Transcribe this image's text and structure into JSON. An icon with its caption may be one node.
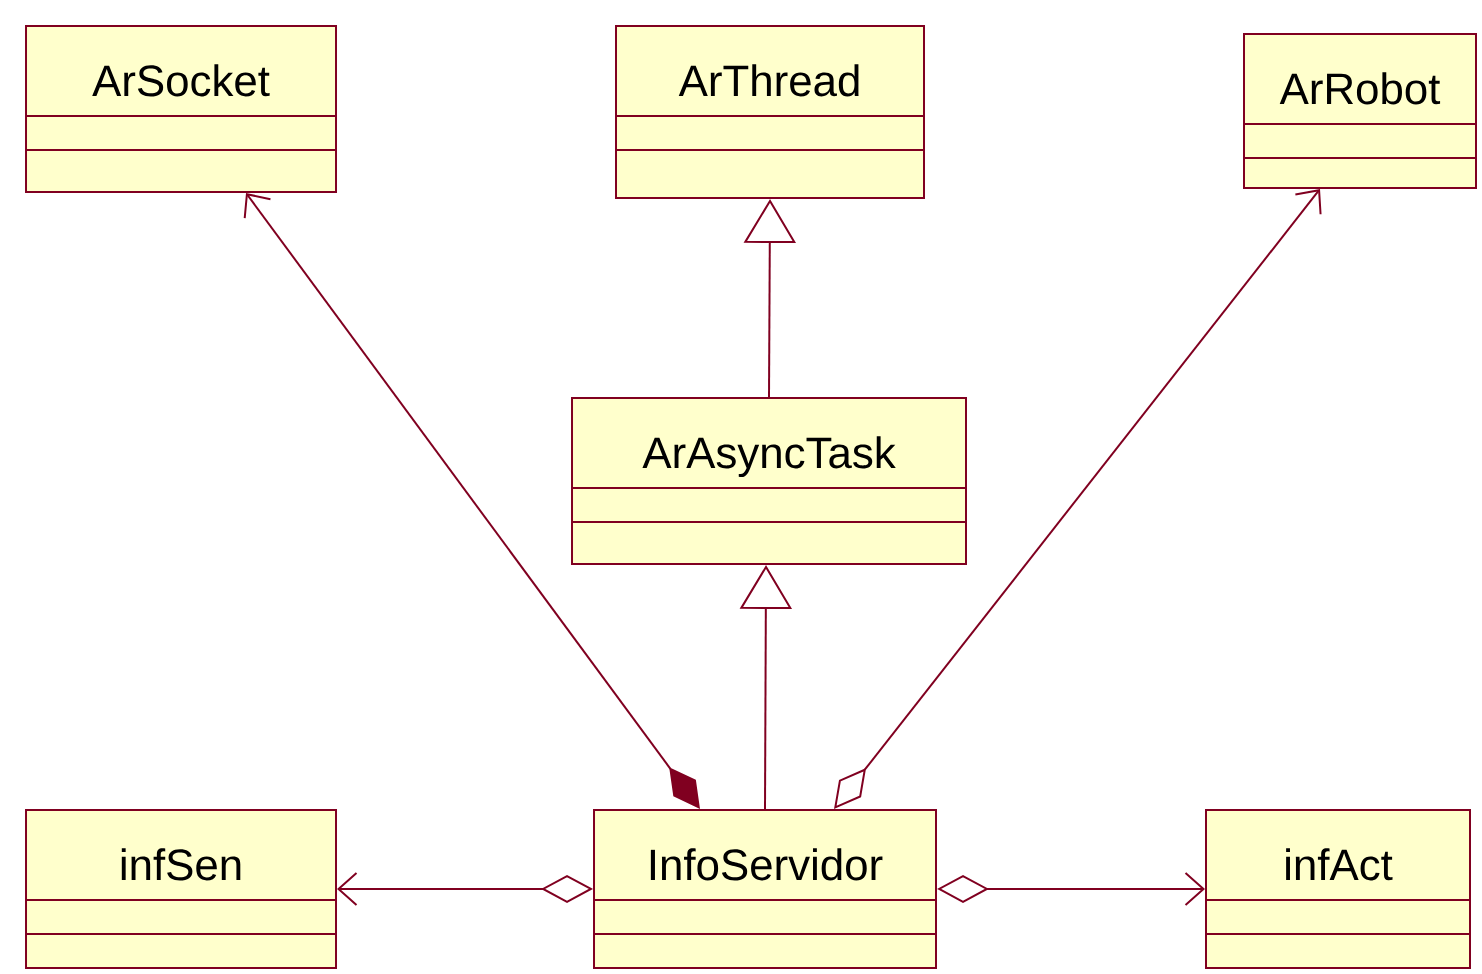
{
  "diagram": {
    "nodes": [
      {
        "text": [
          "ArSocket"
        ]
      },
      {
        "text": [
          "ArThread"
        ]
      },
      {
        "text": [
          "ArRobot"
        ]
      },
      {
        "text": [
          "ArAsyncTask"
        ]
      },
      {
        "text": [
          "infSen"
        ]
      },
      {
        "text": [
          "InfoServidor"
        ]
      },
      {
        "text": [
          "infAct"
        ]
      }
    ],
    "edges": [
      {
        "from": 5,
        "to": 0,
        "arrow": "to"
      },
      {
        "from": 3,
        "to": 1,
        "arrow": "to"
      },
      {
        "from": 5,
        "to": 3,
        "arrow": "to"
      },
      {
        "from": 5,
        "to": 2,
        "arrow": "to"
      },
      {
        "from": 5,
        "to": 4,
        "arrow": "to"
      },
      {
        "from": 5,
        "to": 6,
        "arrow": "to"
      }
    ]
  }
}
